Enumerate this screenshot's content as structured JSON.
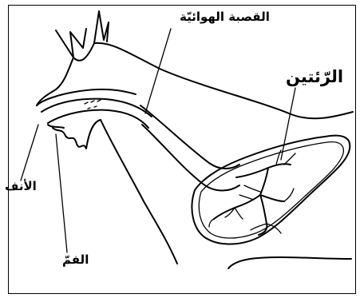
{
  "labels": {
    "trachea": "القصبة الهوائيّة",
    "lungs": "الرّئتين",
    "nose": "الأنف",
    "mouth": "الفمّ"
  },
  "colors": {
    "stroke": "#000000",
    "background": "#ffffff"
  }
}
